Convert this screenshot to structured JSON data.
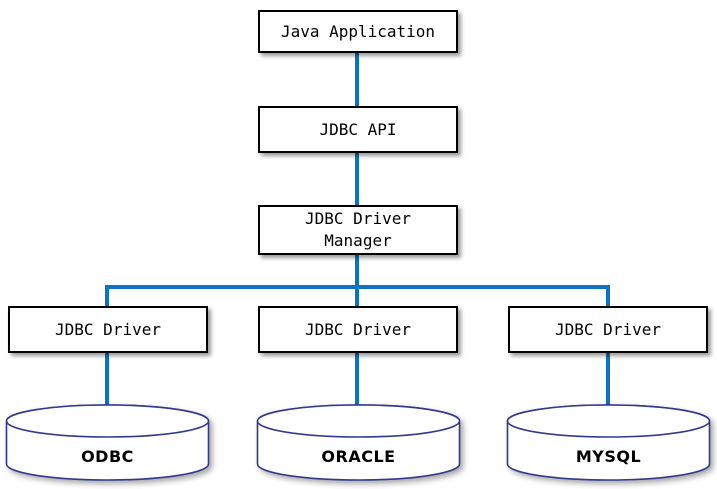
{
  "colors": {
    "connector": "#0b74be",
    "box_border": "#000000",
    "box_fill": "#ffffff",
    "cylinder_border": "#333a8c",
    "text": "#000000"
  },
  "nodes": {
    "java_application": {
      "label": "Java Application"
    },
    "jdbc_api": {
      "label": "JDBC API"
    },
    "jdbc_driver_manager": {
      "label": "JDBC Driver Manager"
    },
    "jdbc_driver_left": {
      "label": "JDBC Driver"
    },
    "jdbc_driver_middle": {
      "label": "JDBC Driver"
    },
    "jdbc_driver_right": {
      "label": "JDBC Driver"
    },
    "odbc": {
      "label": "ODBC"
    },
    "oracle": {
      "label": "ORACLE"
    },
    "mysql": {
      "label": "MYSQL"
    }
  }
}
